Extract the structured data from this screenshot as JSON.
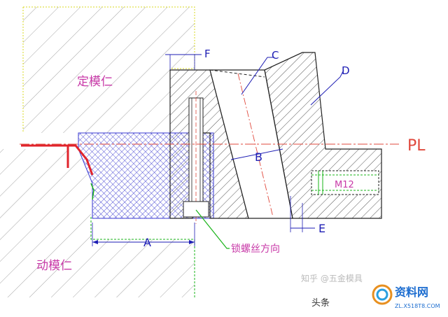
{
  "labels": {
    "fixed_core": "定模仁",
    "moving_core": "动模仁",
    "parting_line": "PL",
    "thread": "M12",
    "screw_direction": "锁螺丝方向",
    "dim_a": "A",
    "dim_b": "B",
    "dim_c": "C",
    "dim_d": "D",
    "dim_e": "E",
    "dim_f": "F"
  },
  "watermark": {
    "source": "知乎 @五金模具",
    "toutiao": "头条",
    "brand_top": "资料网",
    "brand_url": "ZL.X518T8.COM"
  },
  "colors": {
    "hatch": "#9b9b9b",
    "pl_line": "#e0483c",
    "dim_line": "#1e1eb4",
    "label_blue": "#2222bb",
    "label_magenta": "#c83aa8",
    "part_outline": "#222222",
    "leader_green": "#19b419",
    "crosshatch": "#3a3ad0",
    "fixed_border": "#d8d820",
    "pl_red": "#e0242c"
  }
}
